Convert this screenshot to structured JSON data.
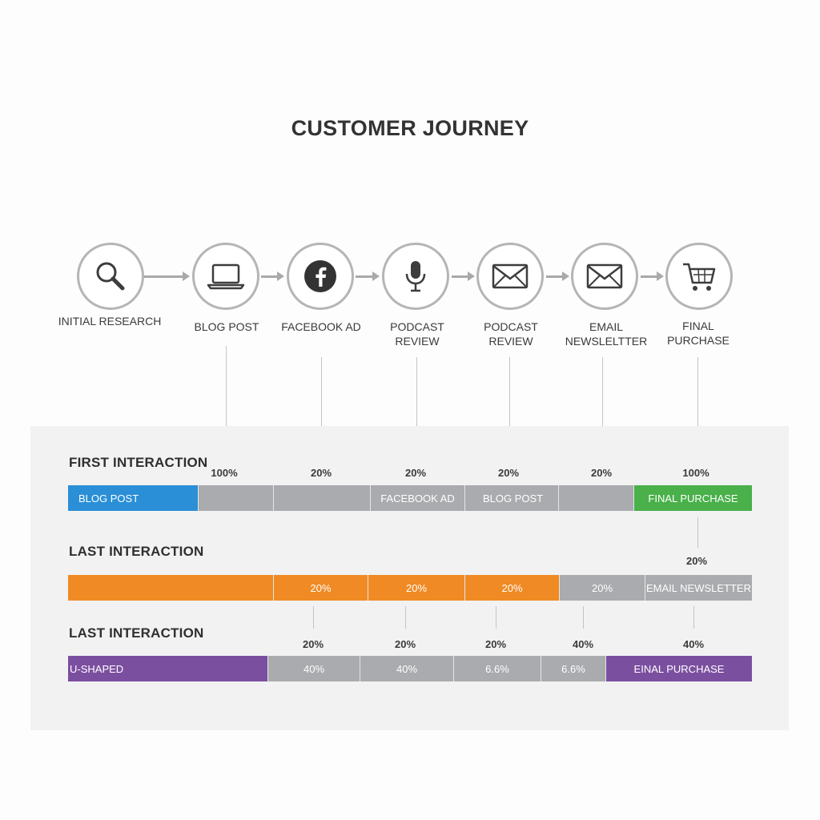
{
  "title": "CUSTOMER JOURNEY",
  "colors": {
    "blue": "#2a8fd6",
    "gray": "#a9abae",
    "green": "#49b04a",
    "orange": "#f08a24",
    "purple": "#7b4fa0",
    "circle_border": "#b5b5b5",
    "icon": "#3d3d3d"
  },
  "steps": [
    {
      "label": "INITIAL RESEARCH",
      "icon": "search-icon"
    },
    {
      "label": "BLOG POST",
      "icon": "laptop-icon"
    },
    {
      "label": "FACEBOOK AD",
      "icon": "facebook-icon"
    },
    {
      "label": "PODCAST REVIEW",
      "icon": "microphone-icon"
    },
    {
      "label": "PODCAST REVIEW",
      "icon": "envelope-icon"
    },
    {
      "label": "EMAIL NEWSLELTTER",
      "icon": "envelope-icon"
    },
    {
      "label": "FINAL PURCHASE",
      "icon": "shopping-cart-icon"
    }
  ],
  "rows": [
    {
      "title": "FIRST INTERACTION",
      "percentages": [
        "100%",
        "20%",
        "20%",
        "20%",
        "20%",
        "100%"
      ],
      "segments": [
        {
          "text": "BLOG POST",
          "color": "#2a8fd6"
        },
        {
          "text": "",
          "color": "#a9abae"
        },
        {
          "text": "",
          "color": "#a9abae"
        },
        {
          "text": "FACEBOOK AD",
          "color": "#a9abae"
        },
        {
          "text": "BLOG POST",
          "color": "#a9abae"
        },
        {
          "text": "",
          "color": "#a9abae"
        },
        {
          "text": "FINAL PURCHASE",
          "color": "#49b04a"
        }
      ]
    },
    {
      "title": "LAST INTERACTION",
      "percentages": [
        "20%"
      ],
      "segments": [
        {
          "text": "",
          "color": "#f08a24"
        },
        {
          "text": "20%",
          "color": "#f08a24"
        },
        {
          "text": "20%",
          "color": "#f08a24"
        },
        {
          "text": "20%",
          "color": "#f08a24"
        },
        {
          "text": "20%",
          "color": "#a9abae"
        },
        {
          "text": "EMAIL NEWSLETTER",
          "color": "#a9abae"
        }
      ]
    },
    {
      "title": "LAST INTERACTION",
      "percentages": [
        "20%",
        "20%",
        "20%",
        "40%",
        "40%"
      ],
      "segments": [
        {
          "text": "U-SHAPED",
          "color": "#7b4fa0"
        },
        {
          "text": "40%",
          "color": "#a9abae"
        },
        {
          "text": "40%",
          "color": "#a9abae"
        },
        {
          "text": "6.6%",
          "color": "#a9abae"
        },
        {
          "text": "6.6%",
          "color": "#a9abae"
        },
        {
          "text": "EINAL PURCHASE",
          "color": "#7b4fa0"
        }
      ]
    }
  ]
}
